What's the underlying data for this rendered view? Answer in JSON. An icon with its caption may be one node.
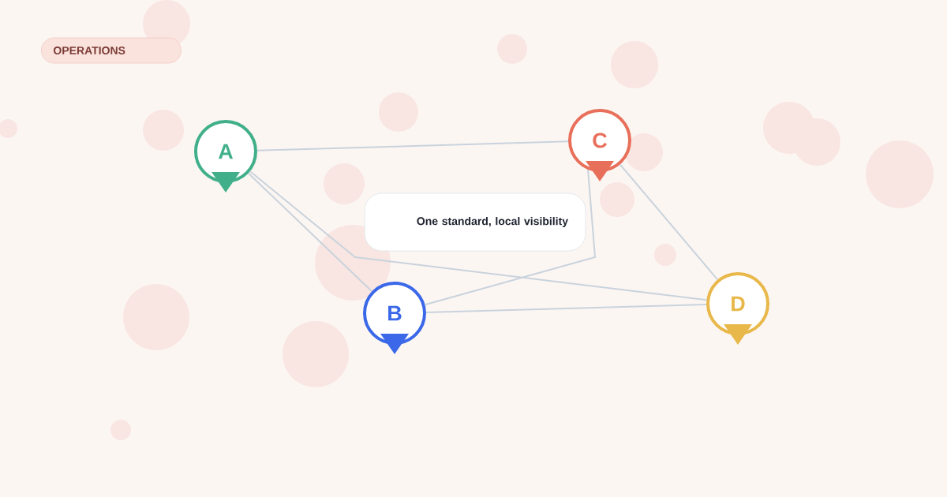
{
  "diagram": {
    "nodes": [
      {
        "text": [
          "OPERATIONS"
        ]
      },
      {
        "text": [
          "A"
        ]
      },
      {
        "text": [
          "C"
        ]
      },
      {
        "text": [
          "One standard, local visibility"
        ]
      },
      {
        "text": [
          "B"
        ]
      },
      {
        "text": [
          "D"
        ]
      }
    ],
    "edges": [
      {
        "from": 1,
        "to": 2,
        "arrow": "none"
      },
      {
        "from": 1,
        "to": 4,
        "arrow": "none"
      },
      {
        "from": 1,
        "to": 5,
        "arrow": "none"
      },
      {
        "from": 2,
        "to": 4,
        "arrow": "none"
      },
      {
        "from": 2,
        "to": 5,
        "arrow": "none"
      },
      {
        "from": 4,
        "to": 5,
        "arrow": "none"
      }
    ]
  }
}
